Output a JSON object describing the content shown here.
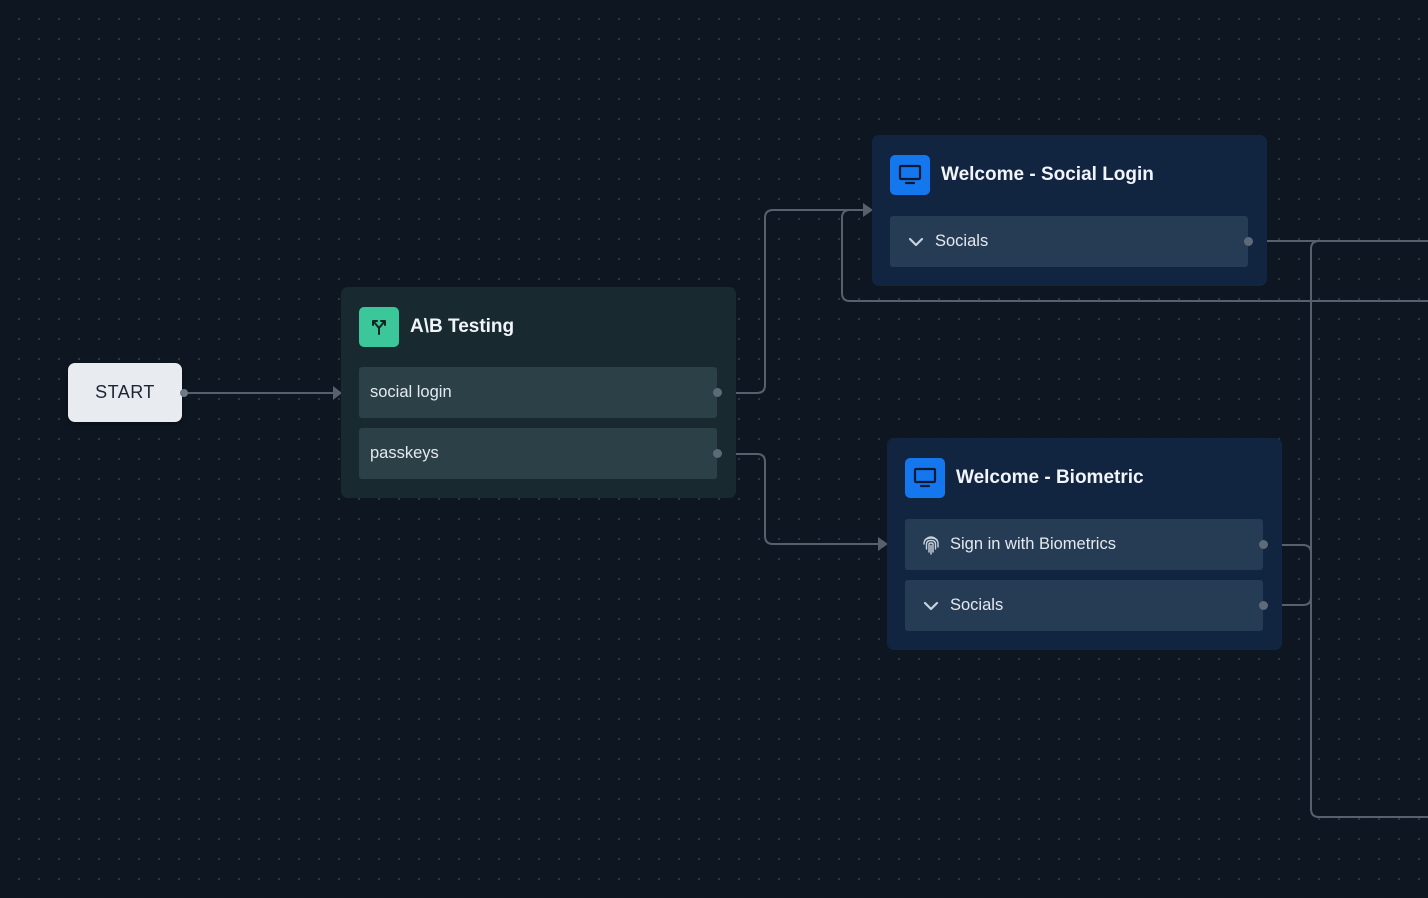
{
  "canvas": {
    "background": "#0e1621",
    "edge_color": "#56616d"
  },
  "start": {
    "label": "START"
  },
  "ab_node": {
    "title": "A\\B Testing",
    "icon": "branch-split-icon",
    "accent": "#3cc79a",
    "rows": [
      {
        "label": "social login"
      },
      {
        "label": "passkeys"
      }
    ]
  },
  "social_node": {
    "title": "Welcome - Social Login",
    "icon": "monitor-icon",
    "accent": "#1477ee",
    "rows": [
      {
        "label": "Socials",
        "icon": "chevron-down-icon"
      }
    ]
  },
  "bio_node": {
    "title": "Welcome - Biometric",
    "icon": "monitor-icon",
    "accent": "#1477ee",
    "rows": [
      {
        "label": "Sign in with Biometrics",
        "icon": "fingerprint-icon"
      },
      {
        "label": "Socials",
        "icon": "chevron-down-icon"
      }
    ]
  }
}
